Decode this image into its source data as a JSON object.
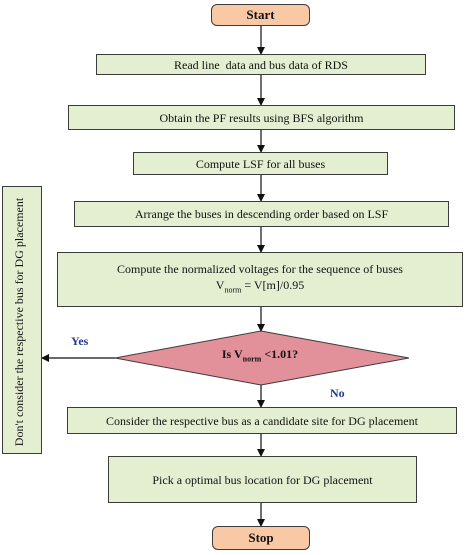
{
  "nodes": {
    "start": "Start",
    "read": "Read line  data and bus data of RDS",
    "pf": "Obtain the PF results using BFS algorithm",
    "lsf": "Compute LSF for all buses",
    "arrange": "Arrange the buses in descending order based on LSF",
    "norm_line1": "Compute the normalized voltages for the sequence of buses",
    "norm_formula_v": "V",
    "norm_formula_sub": "norm",
    "norm_formula_rest": " = V[m]/0.95",
    "decision_prefix": "Is V",
    "decision_sub": "norm",
    "decision_suffix": " <1.01?",
    "candidate": "Consider the respective bus as a candidate site for DG placement",
    "pick": "Pick a optimal bus location for DG placement",
    "stop": "Stop",
    "reject": "Don't consider the respective bus for DG placement"
  },
  "labels": {
    "yes": "Yes",
    "no": "No"
  },
  "colors": {
    "process_fill": "#e4efd2",
    "terminal_fill": "#f9c9a6",
    "decision_fill": "#e2909a",
    "label_color": "#1f3b8f"
  }
}
